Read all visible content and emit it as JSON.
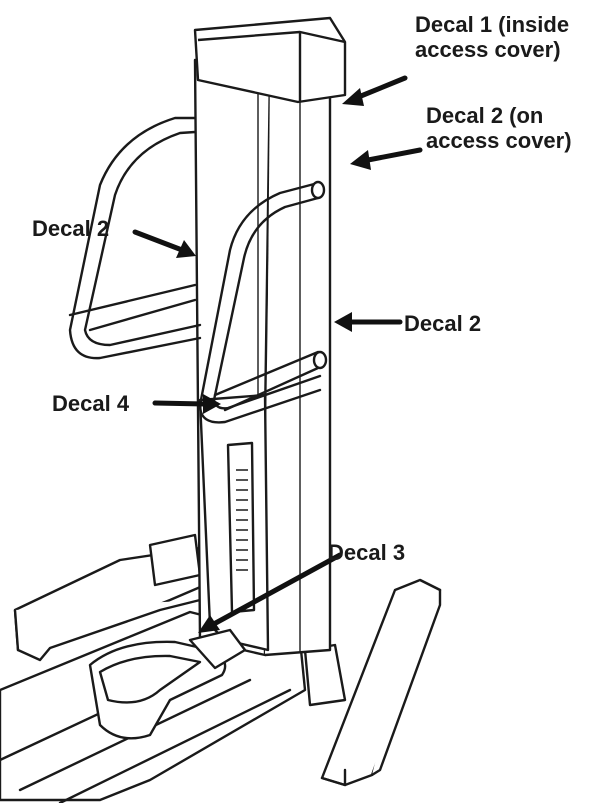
{
  "labels": {
    "decal_1": [
      "Decal 1 (inside",
      "access cover)"
    ],
    "decal_2_cover": [
      "Decal 2 (on",
      "access cover)"
    ],
    "decal_2_left": "Decal 2",
    "decal_2_right": "Decal 2",
    "decal_4": "Decal 4",
    "decal_3": "Decal 3"
  },
  "colors": {
    "line": "#1a1a1a",
    "background": "#ffffff"
  }
}
